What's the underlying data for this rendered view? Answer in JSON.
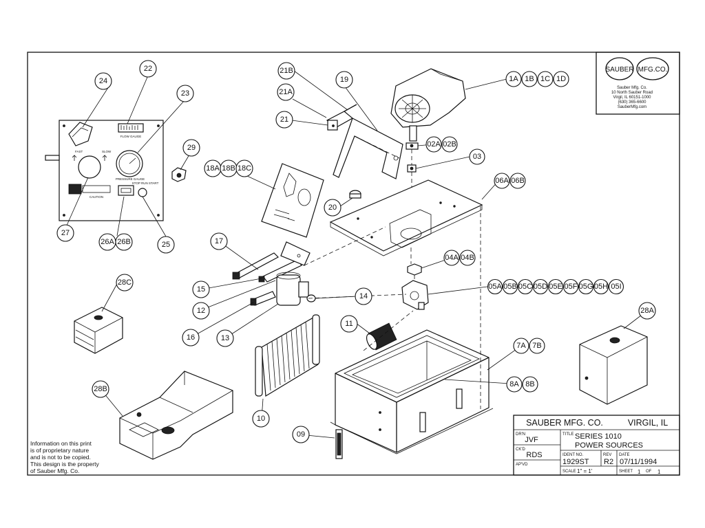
{
  "title_block": {
    "company_line": "SAUBER MFG. CO.",
    "city_line": "VIRGIL, IL",
    "drawn_by_label": "DR'N",
    "drawn_by": "JVF",
    "checked_by_label": "CK'D",
    "checked_by": "RDS",
    "approved_by_label": "AP'VD",
    "title_label": "TITLE",
    "title_line1": "SERIES 1010",
    "title_line2": "POWER SOURCES",
    "ident_label": "IDENT NO.",
    "ident_no": "1929ST",
    "rev_label": "REV",
    "rev": "R2",
    "date_label": "DATE",
    "date": "07/11/1994",
    "scale_label": "SCALE",
    "scale": "1\" = 1'",
    "sheet_label": "SHEET",
    "sheet_no": "1",
    "of_label": "OF",
    "sheet_total": "1"
  },
  "logo": {
    "word1": "SAUBER",
    "word2": "MFG.CO.",
    "address_lines": [
      "Sauber Mfg. Co.",
      "10 North Sauber Road",
      "Virgil, IL 60151-1000",
      "(630) 365-6600",
      "SauberMfg.com"
    ]
  },
  "notice_lines": [
    "Information on this print",
    "is of proprietary nature",
    "and is not to be copied.",
    "This design is the property",
    "of Sauber Mfg. Co."
  ],
  "panel_labels": {
    "flow_gauge": "FLOW GAUGE",
    "fast": "FAST",
    "slow": "SLOW",
    "pressure_gauge": "PRESSURE GAUGE",
    "stop_run_start": "STOP RUN START",
    "caution": "CAUTION"
  },
  "callouts": {
    "c24": "24",
    "c22": "22",
    "c23": "23",
    "c29": "29",
    "c27": "27",
    "c26a": "26A",
    "c26b": "26B",
    "c25": "25",
    "c21b": "21B",
    "c19": "19",
    "c21a": "21A",
    "c21": "21",
    "c18a": "18A",
    "c18b": "18B",
    "c18c": "18C",
    "c1a": "1A",
    "c1b": "1B",
    "c1c": "1C",
    "c1d": "1D",
    "c02a": "02A",
    "c02b": "02B",
    "c03": "03",
    "c06a": "06A",
    "c06b": "06B",
    "c20": "20",
    "c17": "17",
    "c15": "15",
    "c12": "12",
    "c14": "14",
    "c16": "16",
    "c13": "13",
    "c28c": "28C",
    "c11": "11",
    "c04a": "04A",
    "c04b": "04B",
    "c05a": "05A",
    "c05b": "05B",
    "c05c": "05C",
    "c05d": "05D",
    "c05e": "05E",
    "c05f": "05F",
    "c05g": "05G",
    "c05h": "05H",
    "c05i": "05I",
    "c28a": "28A",
    "c7a": "7A",
    "c7b": "7B",
    "c8a": "8A",
    "c8b": "8B",
    "c10": "10",
    "c28b": "28B",
    "c09": "09"
  }
}
